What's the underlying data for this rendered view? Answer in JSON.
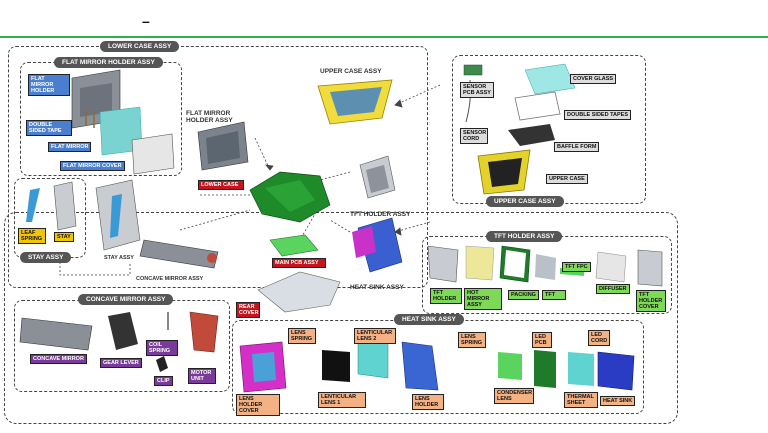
{
  "header": {
    "dash": "–"
  },
  "groups": {
    "lower_case_assy": "LOWER CASE ASSY",
    "flat_mirror_holder_assy": "FLAT MIRROR HOLDER ASSY",
    "upper_case_assy": "UPPER CASE ASSY",
    "stay_assy": "STAY ASSY",
    "concave_mirror_assy": "CONCAVE MIRROR ASSY",
    "tft_holder_assy": "TFT HOLDER ASSY",
    "heat_sink_assy": "HEAT SINK ASSY"
  },
  "captions": {
    "upper_case_assy": "UPPER CASE ASSY",
    "flat_mirror_holder_assy": "FLAT MIRROR HOLDER ASSY",
    "tft_holder_assy": "TFT HOLDER ASSY",
    "stay_assy": "STAY ASSY",
    "concave_mirror_assy": "CONCAVE MIRROR ASSY",
    "heat_sink_assy": "HEAT SINK ASSY"
  },
  "labels": {
    "flat_mirror_holder": "FLAT MIRROR HOLDER",
    "double_sided_tape": "DOUBLE SIDED TAPE",
    "flat_mirror": "FLAT MIRROR",
    "flat_mirror_cover": "FLAT MIRROR COVER",
    "lower_case": "LOWER CASE",
    "main_pcb_assy": "MAIN PCB ASSY",
    "rear_cover": "REAR COVER",
    "leaf_spring": "LEAF SPRING",
    "stay": "STAY",
    "sensor_pcb_assy": "SENSOR PCB ASSY",
    "cover_glass": "COVER GLASS",
    "double_sided_tapes": "DOUBLE SIDED TAPES",
    "sensor_cord": "SENSOR CORD",
    "baffle_form": "BAFFLE FORM",
    "upper_case": "UPPER CASE",
    "tft_holder": "TFT HOLDER",
    "hot_mirror_assy": "HOT MIRROR ASSY",
    "packing": "PACKING",
    "tft": "TFT",
    "tft_fpc": "TFT FPC",
    "diffuser": "DIFFUSER",
    "tft_holder_cover": "TFT HOLDER COVER",
    "concave_mirror": "CONCAVE MIRROR",
    "gear_lever": "GEAR LEVER",
    "coil_spring": "COIL SPRING",
    "clip": "CLIP",
    "motor_unit": "MOTOR UNIT",
    "lens_holder_cover": "LENS HOLDER COVER",
    "lens_spring_1": "LENS SPRING",
    "lenticular_lens_2": "LENTICULAR LENS 2",
    "lenticular_lens_1": "LENTICULAR LENS 1",
    "lens_holder": "LENS HOLDER",
    "lens_spring_2": "LENS SPRING",
    "condenser_lens": "CONDENSER LENS",
    "led_pcb": "LED PCB",
    "led_cord": "LED CORD",
    "thermal_sheet": "THERMAL SHEET",
    "heat_sink": "HEAT SINK"
  },
  "colors": {
    "accent_line": "#2eb04a",
    "blue_label": "#4a7fcf",
    "red_label": "#c4151c",
    "yellow_label": "#f4c400",
    "green_label": "#7ed957",
    "purple_label": "#7a3a9a",
    "peach_label": "#f4b183"
  }
}
